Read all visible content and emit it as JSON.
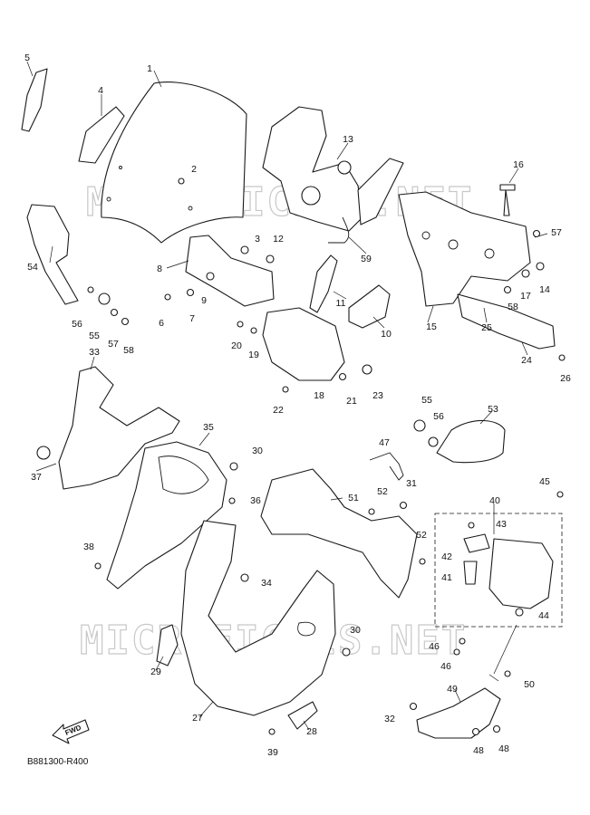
{
  "watermark": "MICROFICHES.NET",
  "diagram_code": "B881300-R400",
  "fwd_label": "FWD",
  "callouts": [
    "1",
    "2",
    "3",
    "4",
    "5",
    "6",
    "7",
    "8",
    "9",
    "10",
    "11",
    "12",
    "13",
    "14",
    "15",
    "16",
    "17",
    "18",
    "19",
    "20",
    "21",
    "22",
    "23",
    "24",
    "25",
    "26",
    "27",
    "28",
    "29",
    "30",
    "30",
    "31",
    "32",
    "33",
    "34",
    "35",
    "36",
    "37",
    "38",
    "39",
    "40",
    "41",
    "42",
    "43",
    "44",
    "45",
    "46",
    "46",
    "47",
    "48",
    "48",
    "49",
    "50",
    "51",
    "52",
    "52",
    "53",
    "54",
    "55",
    "55",
    "56",
    "56",
    "57",
    "57",
    "58",
    "58",
    "59"
  ]
}
